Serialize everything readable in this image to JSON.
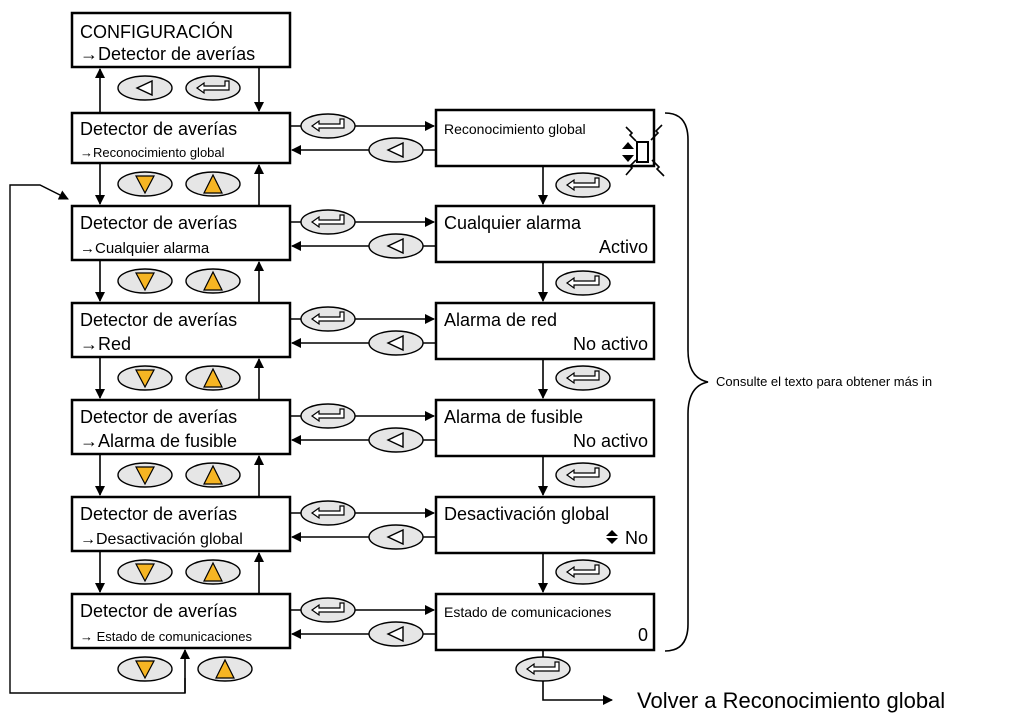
{
  "top_box": {
    "line1": "CONFIGURACIÓN",
    "line2": "→Detector de averías"
  },
  "left_menu": [
    {
      "title": "Detector de averías",
      "item": "→Reconocimiento global"
    },
    {
      "title": "Detector de averías",
      "item": "→Cualquier alarma"
    },
    {
      "title": "Detector de averías",
      "item": "→Red"
    },
    {
      "title": "Detector de averías",
      "item": "→Alarma de fusible"
    },
    {
      "title": "Detector de averías",
      "item": "→Desactivación global"
    },
    {
      "title": "Detector de averías",
      "item": "→ Estado de comunicaciones"
    }
  ],
  "right_params": [
    {
      "name": "Reconocimiento global",
      "value": ""
    },
    {
      "name": "Cualquier alarma",
      "value": "Activo"
    },
    {
      "name": "Alarma de red",
      "value": "No activo"
    },
    {
      "name": "Alarma de fusible",
      "value": "No activo"
    },
    {
      "name": "Desactivación global",
      "value": "No"
    },
    {
      "name": "Estado de comunicaciones",
      "value": "0"
    }
  ],
  "side_note": "Consulte el texto para obtener más in",
  "exit_label": "Volver a Reconocimiento global",
  "colors": {
    "button_fill": "#e6e6e6",
    "arrow_button_fill": "#f6b523",
    "line": "#000000"
  },
  "icons": {
    "back": "left-triangle-icon",
    "enter": "enter-arrow-icon",
    "down": "down-triangle-icon",
    "up": "up-triangle-icon",
    "updown": "up-down-arrows-icon",
    "flashing_cursor": "flashing-cursor-icon"
  }
}
